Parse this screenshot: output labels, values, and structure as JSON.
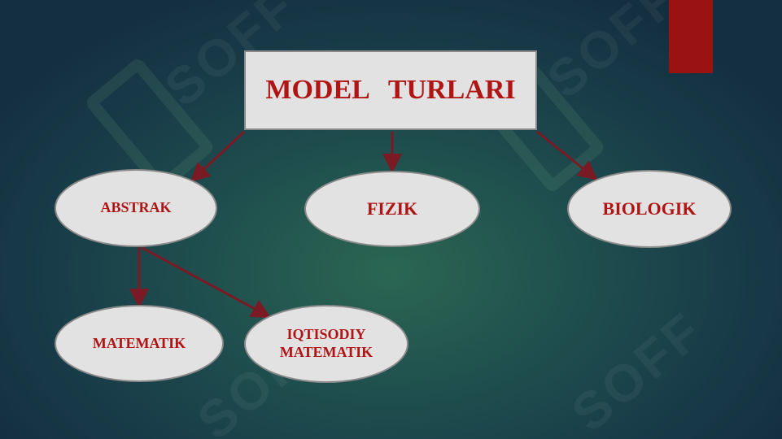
{
  "diagram": {
    "title": "MODEL   TURLARI",
    "nodes": {
      "abstrak": "ABSTRAK",
      "fizik": "FIZIK",
      "biologik": "BIOLOGIK",
      "matematik": "MATEMATIK",
      "iqtisodiy_line1": "IQTISODIY",
      "iqtisodiy_line2": "MATEMATIK"
    },
    "edges": [
      [
        "title",
        "abstrak"
      ],
      [
        "title",
        "fizik"
      ],
      [
        "title",
        "biologik"
      ],
      [
        "abstrak",
        "matematik"
      ],
      [
        "abstrak",
        "iqtisodiy"
      ]
    ]
  },
  "watermark": {
    "text": "SOFF"
  },
  "colors": {
    "background": "#1f4f4e",
    "accent": "#9b1212",
    "label": "#b01414",
    "box_fill": "#e2e2e2",
    "connector": "#7a1a24"
  }
}
